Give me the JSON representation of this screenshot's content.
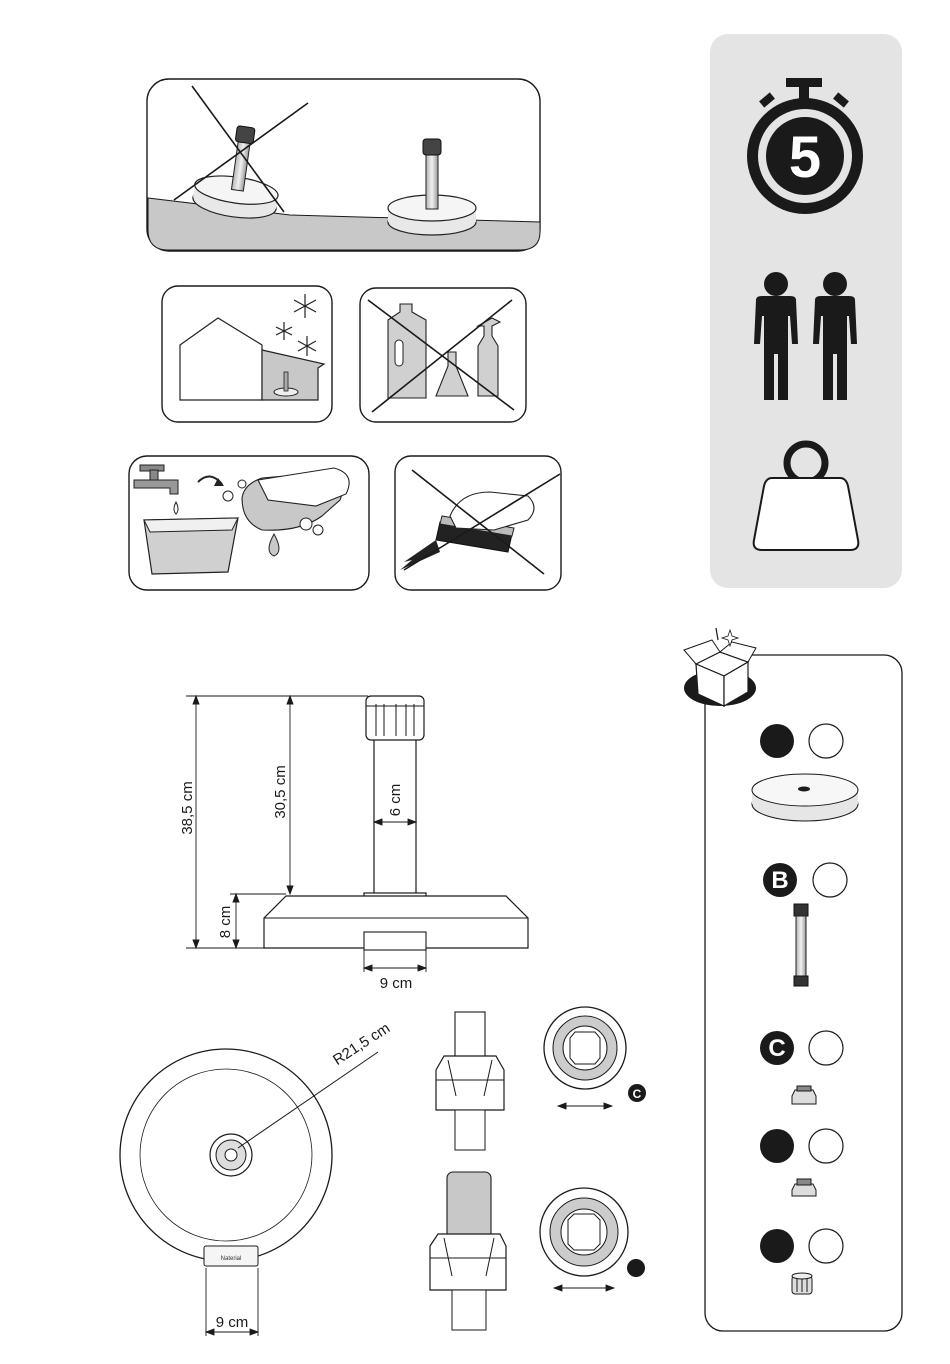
{
  "info_panel": {
    "time_value": "5",
    "icons": [
      "stopwatch-icon",
      "two-persons-icon",
      "weight-icon"
    ]
  },
  "dimensions": {
    "total_height": "38,5 cm",
    "tube_height": "30,5 cm",
    "tube_diameter": "6 cm",
    "base_height": "8 cm",
    "socket_width": "9 cm",
    "radius": "R21,5 cm",
    "handle_width": "9 cm"
  },
  "brand_mark": "Naterial",
  "parts_list": {
    "parts": [
      {
        "letter": "",
        "name": "base-disc"
      },
      {
        "letter": "B",
        "name": "tube"
      },
      {
        "letter": "C",
        "name": "adapter-ring"
      },
      {
        "letter": "",
        "name": "adapter-ring-small"
      },
      {
        "letter": "",
        "name": "cap-nut"
      }
    ]
  },
  "callout_c": "C",
  "colors": {
    "panel_grey": "#e4e4e4",
    "ground_grey": "#c8c8c8",
    "ink": "#1a1a1a"
  }
}
